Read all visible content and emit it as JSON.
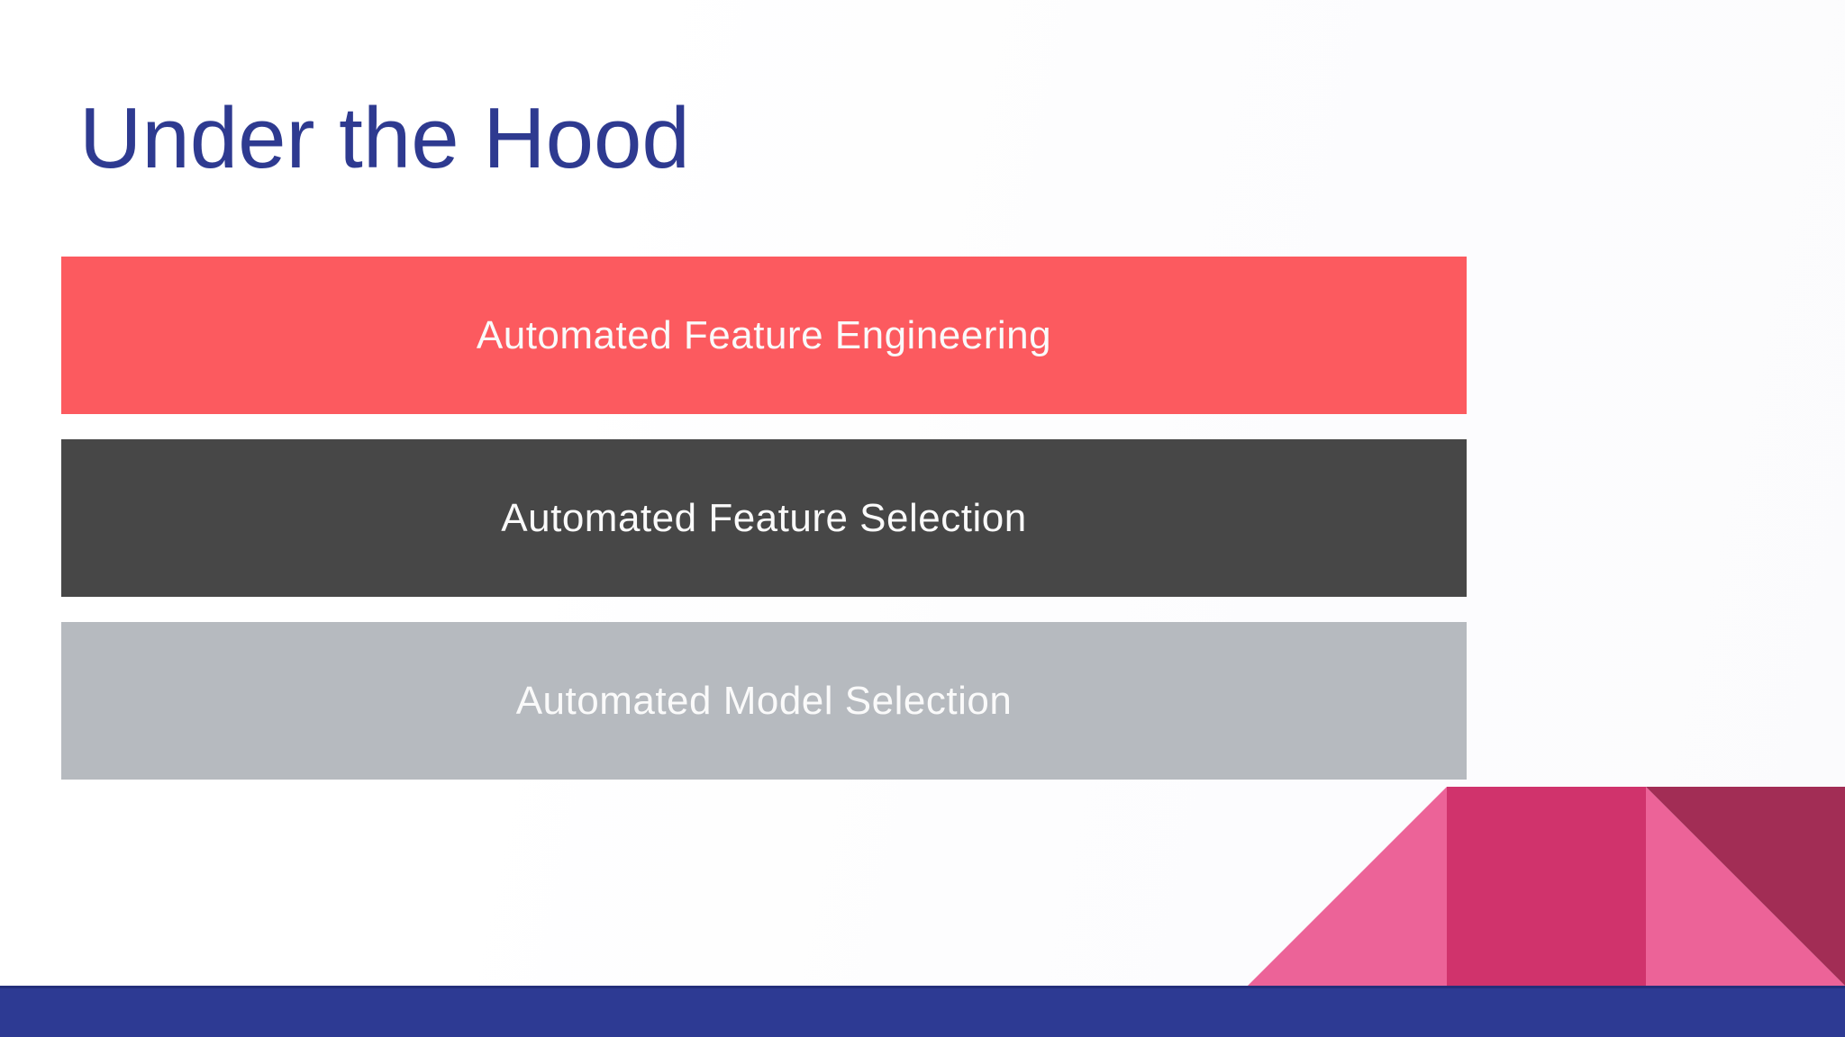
{
  "slide": {
    "title": "Under the Hood",
    "layers": [
      {
        "label": "Automated Feature Engineering"
      },
      {
        "label": "Automated Feature Selection"
      },
      {
        "label": "Automated Model Selection"
      }
    ]
  },
  "colors": {
    "title_text": "#2E3A90",
    "layer_coral": "#FC5A5F",
    "layer_charcoal": "#474747",
    "layer_gray": "#B6BABF",
    "layer_label_text": "#FAFAFA",
    "footer_blue": "#2D3A93",
    "decoration_pink": "#EC6398",
    "decoration_magenta": "#D0336C",
    "decoration_maroon": "#A22D55"
  }
}
